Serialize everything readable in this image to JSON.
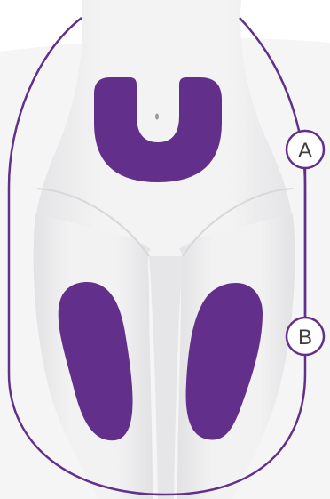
{
  "markers": [
    {
      "id": "a",
      "label": "A"
    },
    {
      "id": "b",
      "label": "B"
    }
  ],
  "colors": {
    "background": "#ffffff",
    "backdrop": "#f5f5f6",
    "body_fill": "#eeeeef",
    "body_shadow": "#dcdcde",
    "injection_site": "#62308a",
    "outline": "#62308a",
    "marker_fill": "#ffffff"
  },
  "sites": [
    "abdomen",
    "left-thigh",
    "right-thigh"
  ]
}
